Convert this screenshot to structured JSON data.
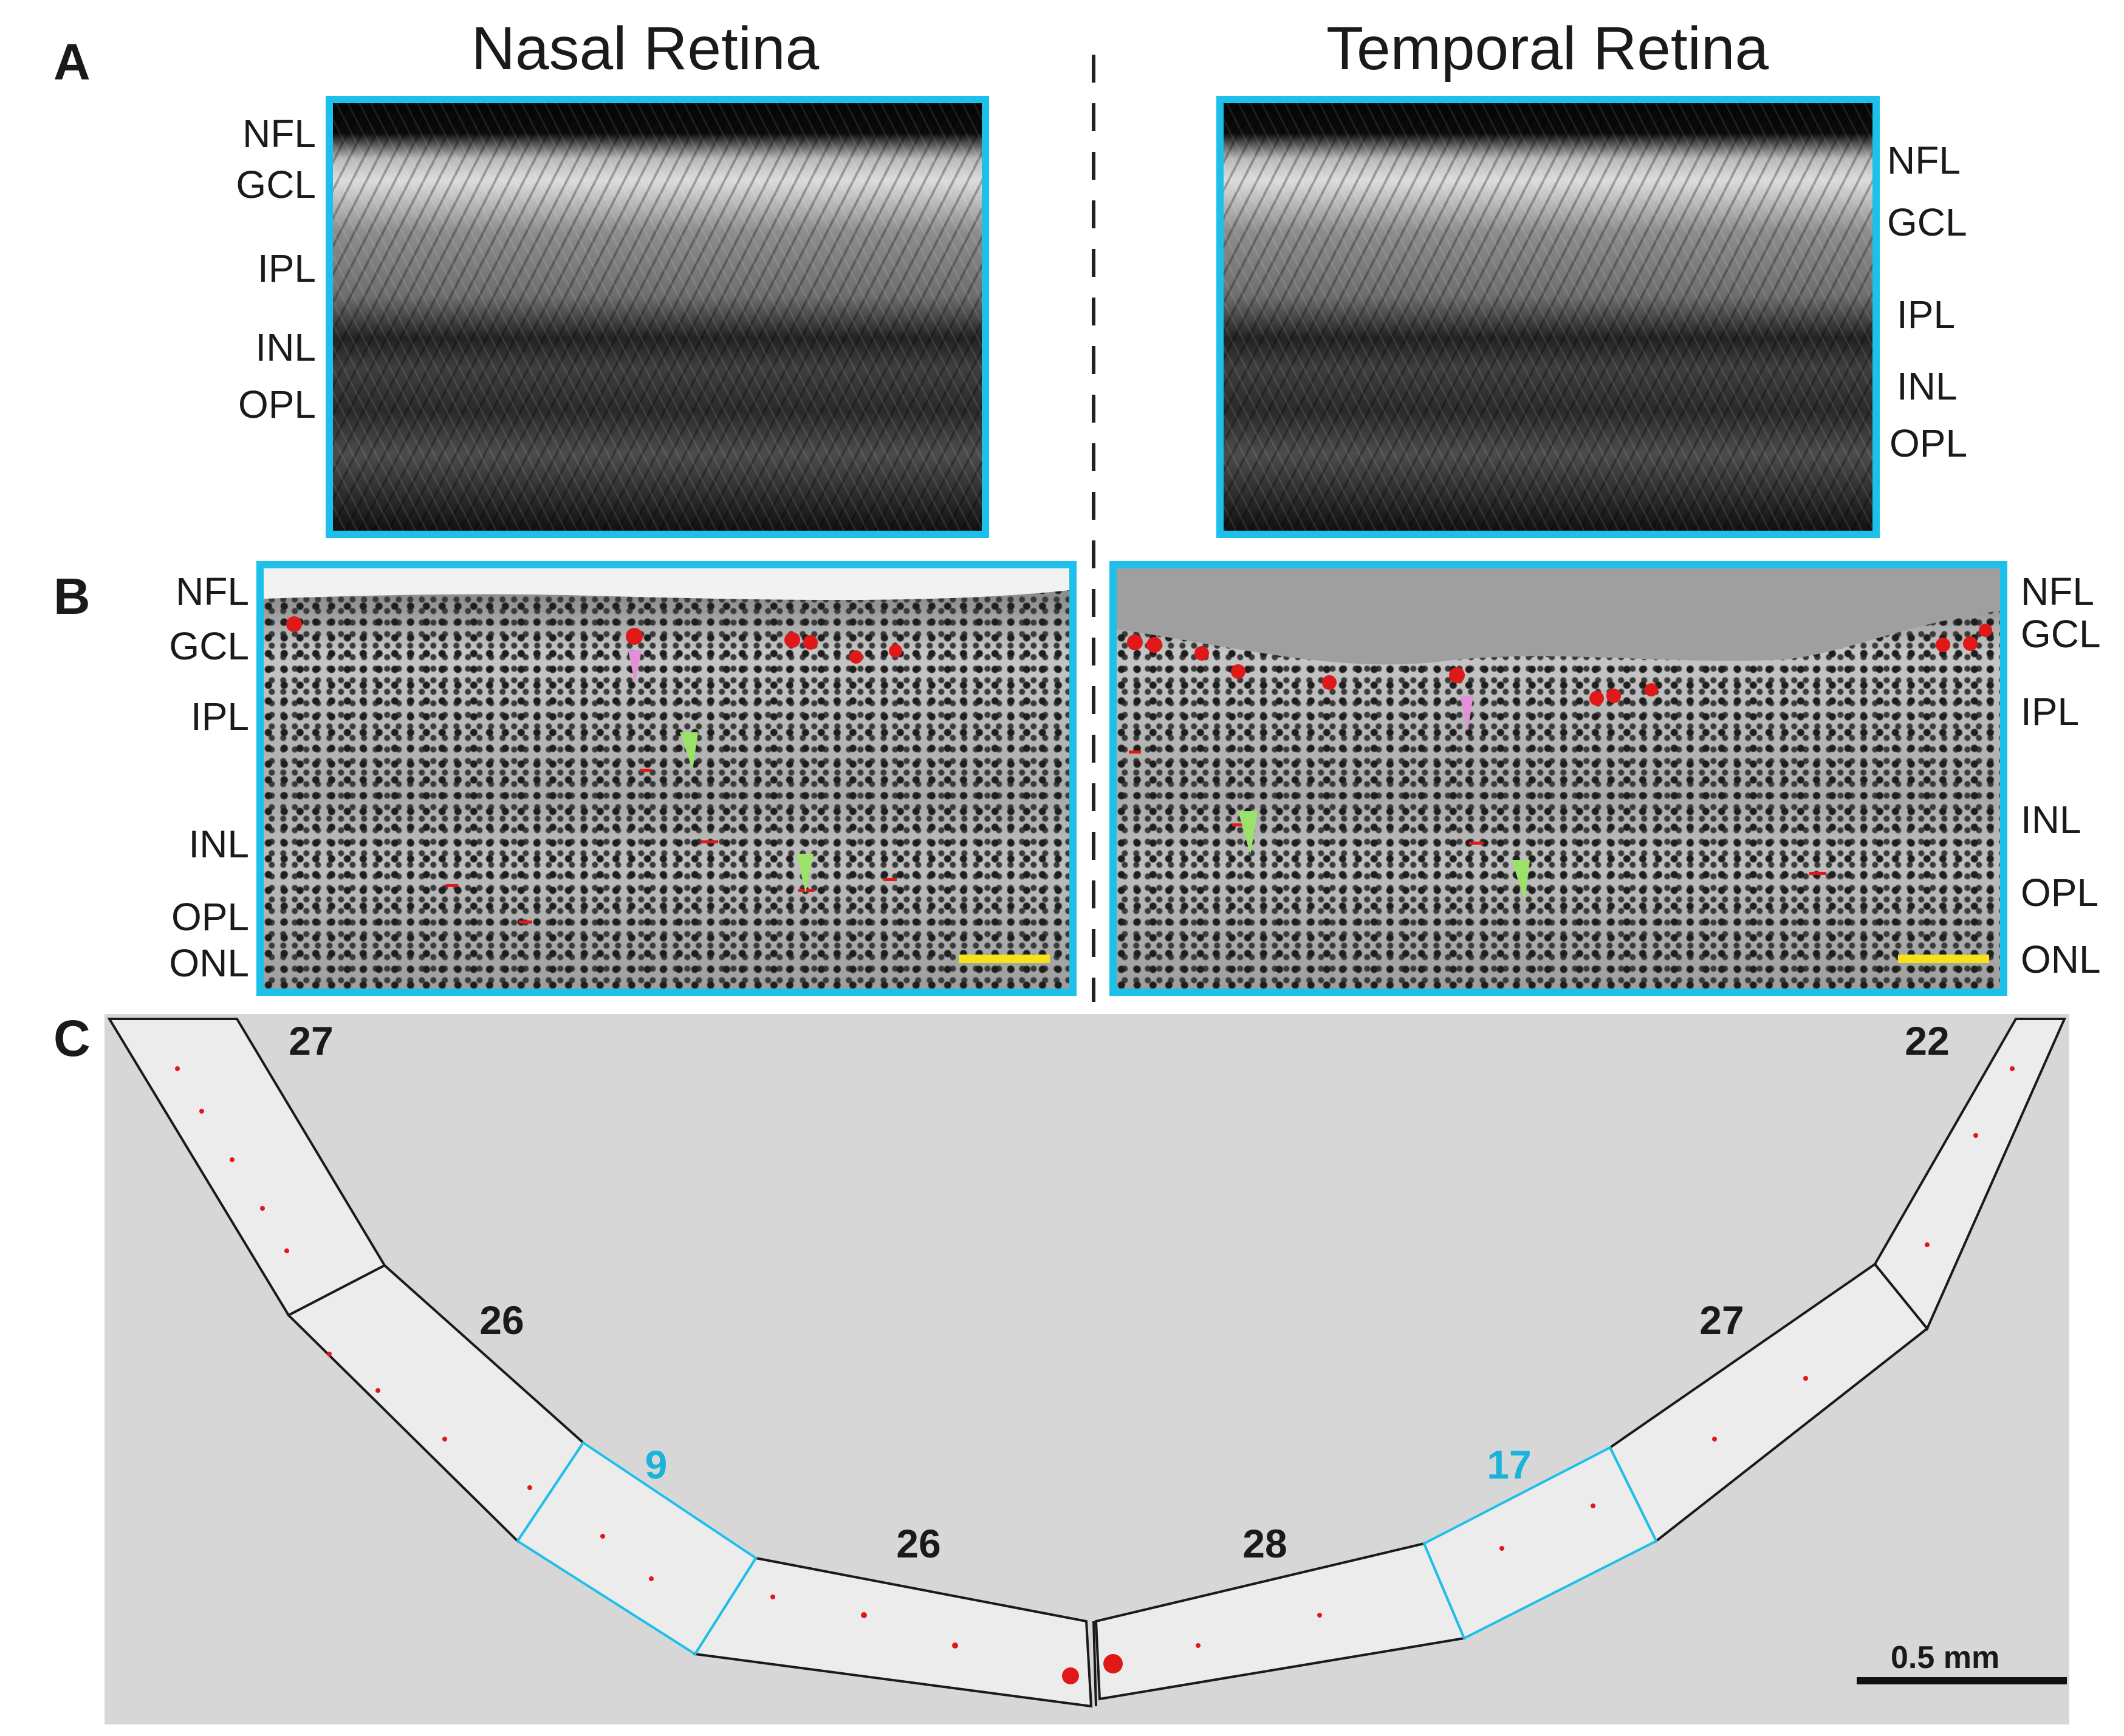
{
  "panels": {
    "a": "A",
    "b": "B",
    "c": "C"
  },
  "titles": {
    "nasal": "Nasal Retina",
    "temporal": "Temporal Retina"
  },
  "oct_layers": {
    "nasal": [
      "NFL",
      "GCL",
      "IPL",
      "INL",
      "OPL"
    ],
    "temporal": [
      "NFL",
      "GCL",
      "IPL",
      "INL",
      "OPL"
    ]
  },
  "histology_layers": {
    "nasal": [
      "NFL",
      "GCL",
      "IPL",
      "INL",
      "OPL",
      "ONL"
    ],
    "temporal": [
      "NFL",
      "GCL",
      "IPL",
      "INL",
      "OPL",
      "ONL"
    ]
  },
  "segment_counts": {
    "nasal": [
      "27",
      "26",
      "9",
      "26"
    ],
    "temporal": [
      "28",
      "17",
      "27",
      "22"
    ]
  },
  "scale_bar": "0.5 mm",
  "colors": {
    "frame": "#1cc0ea",
    "highlight_segment": "#1ab3d9",
    "marker_red": "#e01818",
    "arrow_pink": "#e48fd8",
    "arrow_green": "#9be26a",
    "scale_yellow": "#f5e21c"
  }
}
